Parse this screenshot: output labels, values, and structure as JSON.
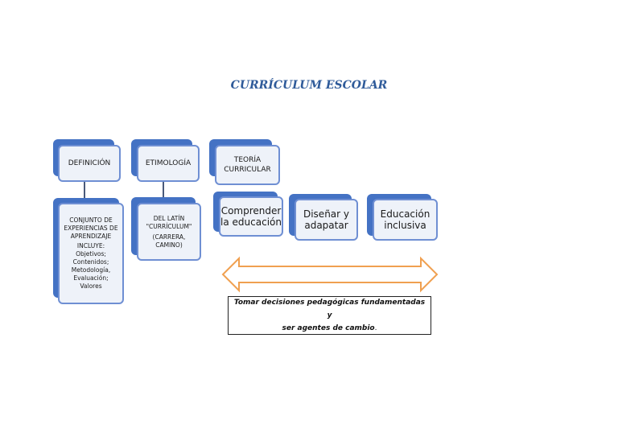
{
  "title": "CURRÍCULUM ESCOLAR",
  "nodes": {
    "definicion": "DEFINICIÓN",
    "etimologia": "ETIMOLOGÍA",
    "teoria_line1": "TEORÍA",
    "teoria_line2": "CURRICULAR",
    "conjunto_line1": "CONJUNTO DE",
    "conjunto_line2": "EXPERIENCIAS DE",
    "conjunto_line3": "APRENDIZAJE",
    "incluye": "INCLUYE:",
    "incluye_items": [
      "Objetivos;",
      "Contenidos;",
      "Metodología,",
      "Evaluación;",
      "Valores"
    ],
    "latin_line1": "DEL LATÍN",
    "latin_line2": "\"CURRÍCULUM\"",
    "latin_line3": "(CARRERA,",
    "latin_line4": "CAMINO)",
    "comprender_line1": "Comprender",
    "comprender_line2": "la educación",
    "disenar_line1": "Diseñar y",
    "disenar_line2": "adapatar",
    "educacion_line1": "Educación",
    "educacion_line2": "inclusiva"
  },
  "note_line1": "Tomar decisiones pedagógicas fundamentadas y",
  "note_line2": "ser agentes de cambio",
  "note_end": ".",
  "colors": {
    "title": "#2f5b9a",
    "box_fill": "#eef2f9",
    "box_border": "#6f8fd3",
    "shadow": "#4472c4",
    "arrow": "#f0a050"
  }
}
